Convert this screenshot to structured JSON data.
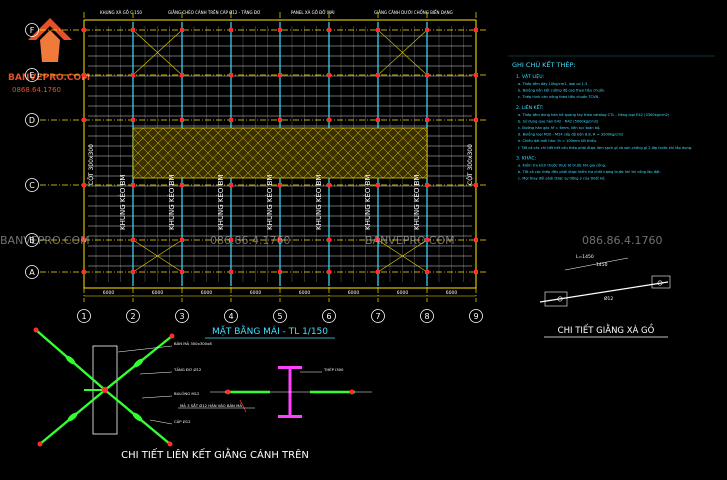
{
  "brand": {
    "name": "BANVEPRO.COM",
    "phone": "0868.64.1760",
    "watermark_text": "BANVEPRO.COM",
    "watermark_phone": "086.86.4.1760",
    "logo_color": "#e8502a"
  },
  "plan": {
    "title": "MẶT BẰNG MÁI - TL 1/150",
    "grid_rows": [
      "F",
      "E",
      "D",
      "C",
      "B",
      "A"
    ],
    "grid_cols": [
      "1",
      "2",
      "3",
      "4",
      "5",
      "6",
      "7",
      "8",
      "9"
    ],
    "truss_label": "KHUNG KÈO BM",
    "side_label": "CỘT 300x300",
    "top_notes": [
      "KHUNG XÀ GỒ C 150",
      "GIẰNG CHÉO CÁNH TRÊN CÁP Ø12 - TĂNG ĐƠ",
      "PANEL XÀ GỒ ĐỠ MÁI",
      "GIẰNG CÁNH DƯỚI CHỐNG BIẾN DẠNG"
    ],
    "bottom_dims": [
      "6000",
      "6000",
      "6000",
      "6000",
      "6000",
      "6000",
      "6000",
      "6000"
    ]
  },
  "notes": {
    "title": "GHI CHÚ KẾT THÉP:",
    "sections": [
      {
        "heading": "1. VẬT LIỆU:",
        "lines": [
          "a. Thép tấm dày 10kg/cm2, loại cơ 1.5",
          "b. Bulông liên kết cường độ cao theo tiêu chuẩn.",
          "c. Thép hình cán nóng theo tiêu chuẩn TCVN."
        ]
      },
      {
        "heading": "2. LIÊN KẾT:",
        "lines": [
          "a. Thép tấm dùng hàn hồ quang tay theo catalog CTL - Hàng loại E42 (3300kg/cm2)",
          "b. Sử dụng que hàn E42 - N42 (5000kg/cm2)",
          "c. Đường hàn góc hf = 6mm, liên tục toàn bộ.",
          "d. Bulông loại M20 - M24 cấp độ bền 8.8, R = 3200kg/cm2",
          "e. Chiều dài mối hàn: lh = 100mm tối thiểu.",
          "f. Tất cả các chi tiết kết cấu thép phải được làm sạch gỉ và sơn chống gỉ 2 lớp trước khi lắp dựng."
        ]
      },
      {
        "heading": "3. KHÁC:",
        "lines": [
          "a. Kiểm tra kích thước thực tế trước khi gia công.",
          "b. Tất cả các thép đều phải được kiểm tra chất lượng trước khi thi công lắp đặt.",
          "c. Mọi thay đổi phải được sự đồng ý của thiết kế."
        ]
      }
    ]
  },
  "detail_purlin": {
    "title": "CHI TIẾT GIẰNG XÀ GỒ",
    "labels": [
      "Ø12",
      "1450",
      "L=1450"
    ]
  },
  "detail_connection": {
    "title": "CHI TIẾT LIÊN KẾT GIẰNG CÁNH TRÊN",
    "labels": [
      "BẢN MÃ 300x300x8",
      "TĂNG ĐƠ Ø12",
      "BULÔNG M12",
      "CÁP Ø12",
      "MÃ 3 SẮT Ø12 HÀN VÀO BẢN MÃ",
      "THÉP I300"
    ]
  },
  "colors": {
    "background": "#000000",
    "grid": "#ffe600",
    "members": "#ffffff",
    "bracing": "#e8d000",
    "accent_green": "#33ff33",
    "cyan": "#3fe0ff",
    "magenta": "#ff40ff",
    "red": "#ff2d2d",
    "title_white": "#ffffff"
  }
}
